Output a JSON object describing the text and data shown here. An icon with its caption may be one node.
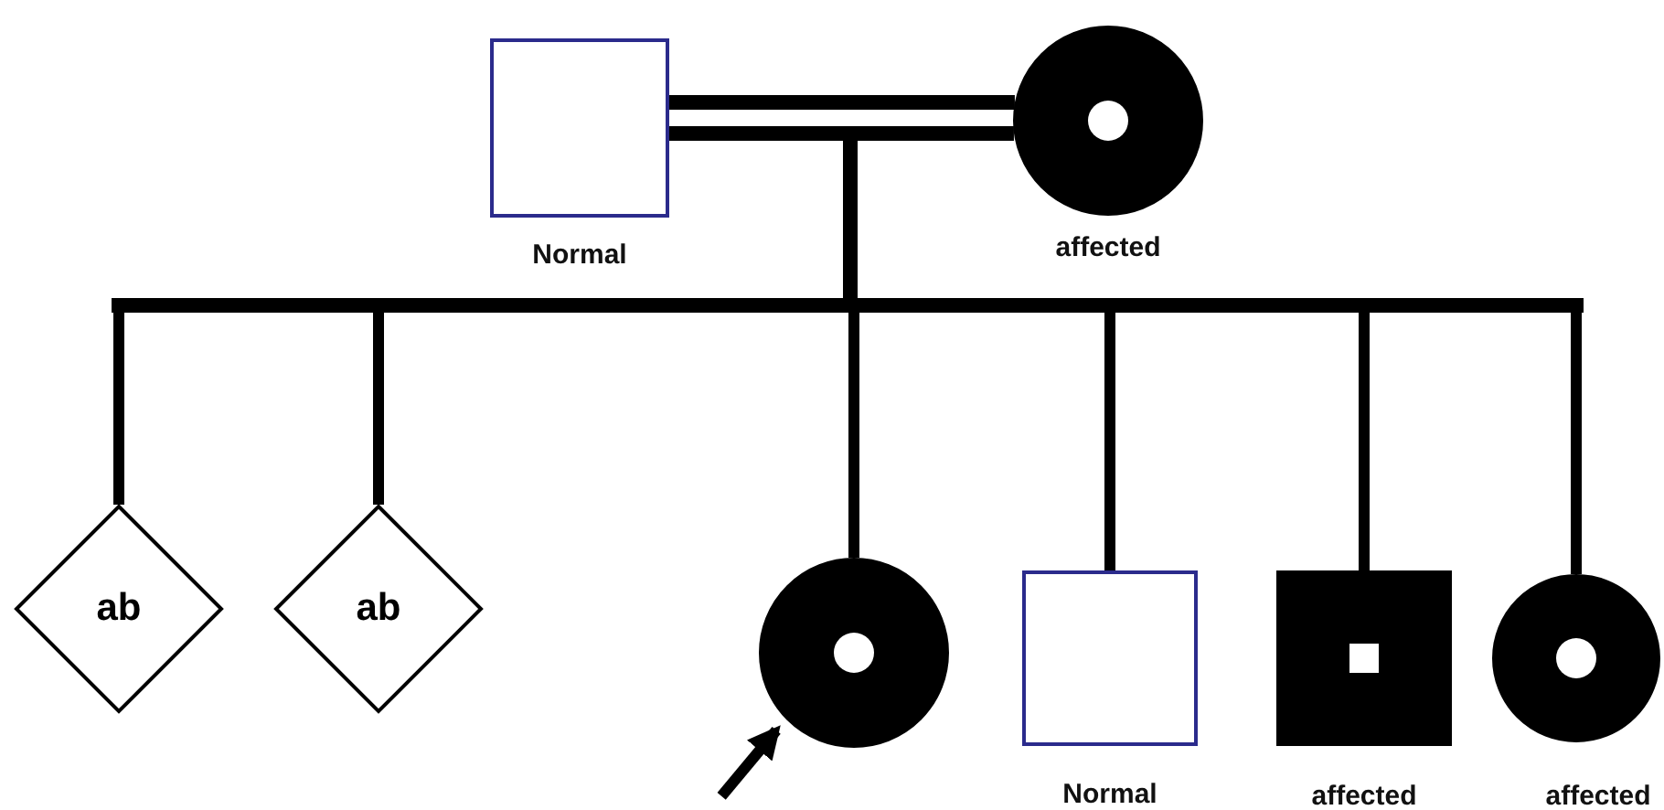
{
  "diagram": {
    "nodes": [
      {
        "text": [],
        "shape": "box",
        "beside": [
          "Normal"
        ]
      },
      {
        "text": [],
        "shape": "circle",
        "beside": [
          "affected"
        ]
      },
      {
        "text": [
          "ab"
        ]
      },
      {
        "text": [
          "ab"
        ]
      },
      {
        "text": [],
        "shape": "circle"
      },
      {
        "text": [],
        "shape": "box",
        "beside": [
          "Normal"
        ]
      },
      {
        "text": [],
        "shape": "box",
        "beside": [
          "affected"
        ]
      },
      {
        "text": [],
        "shape": "circle",
        "beside": [
          "affected"
        ]
      }
    ],
    "edges": [
      {
        "from": 0,
        "to": 1,
        "arrow": "none"
      },
      {
        "from": 0,
        "to": 1,
        "arrow": "none"
      },
      {
        "from": null,
        "to": 2,
        "arrow": "none"
      },
      {
        "from": null,
        "to": 3,
        "arrow": "none"
      },
      {
        "from": null,
        "to": 4,
        "arrow": "none"
      },
      {
        "from": null,
        "to": 5,
        "arrow": "none"
      },
      {
        "from": null,
        "to": 6,
        "arrow": "none"
      },
      {
        "from": null,
        "to": 7,
        "arrow": "none"
      },
      {
        "from": null,
        "to": 4,
        "arrow": "to"
      }
    ]
  }
}
